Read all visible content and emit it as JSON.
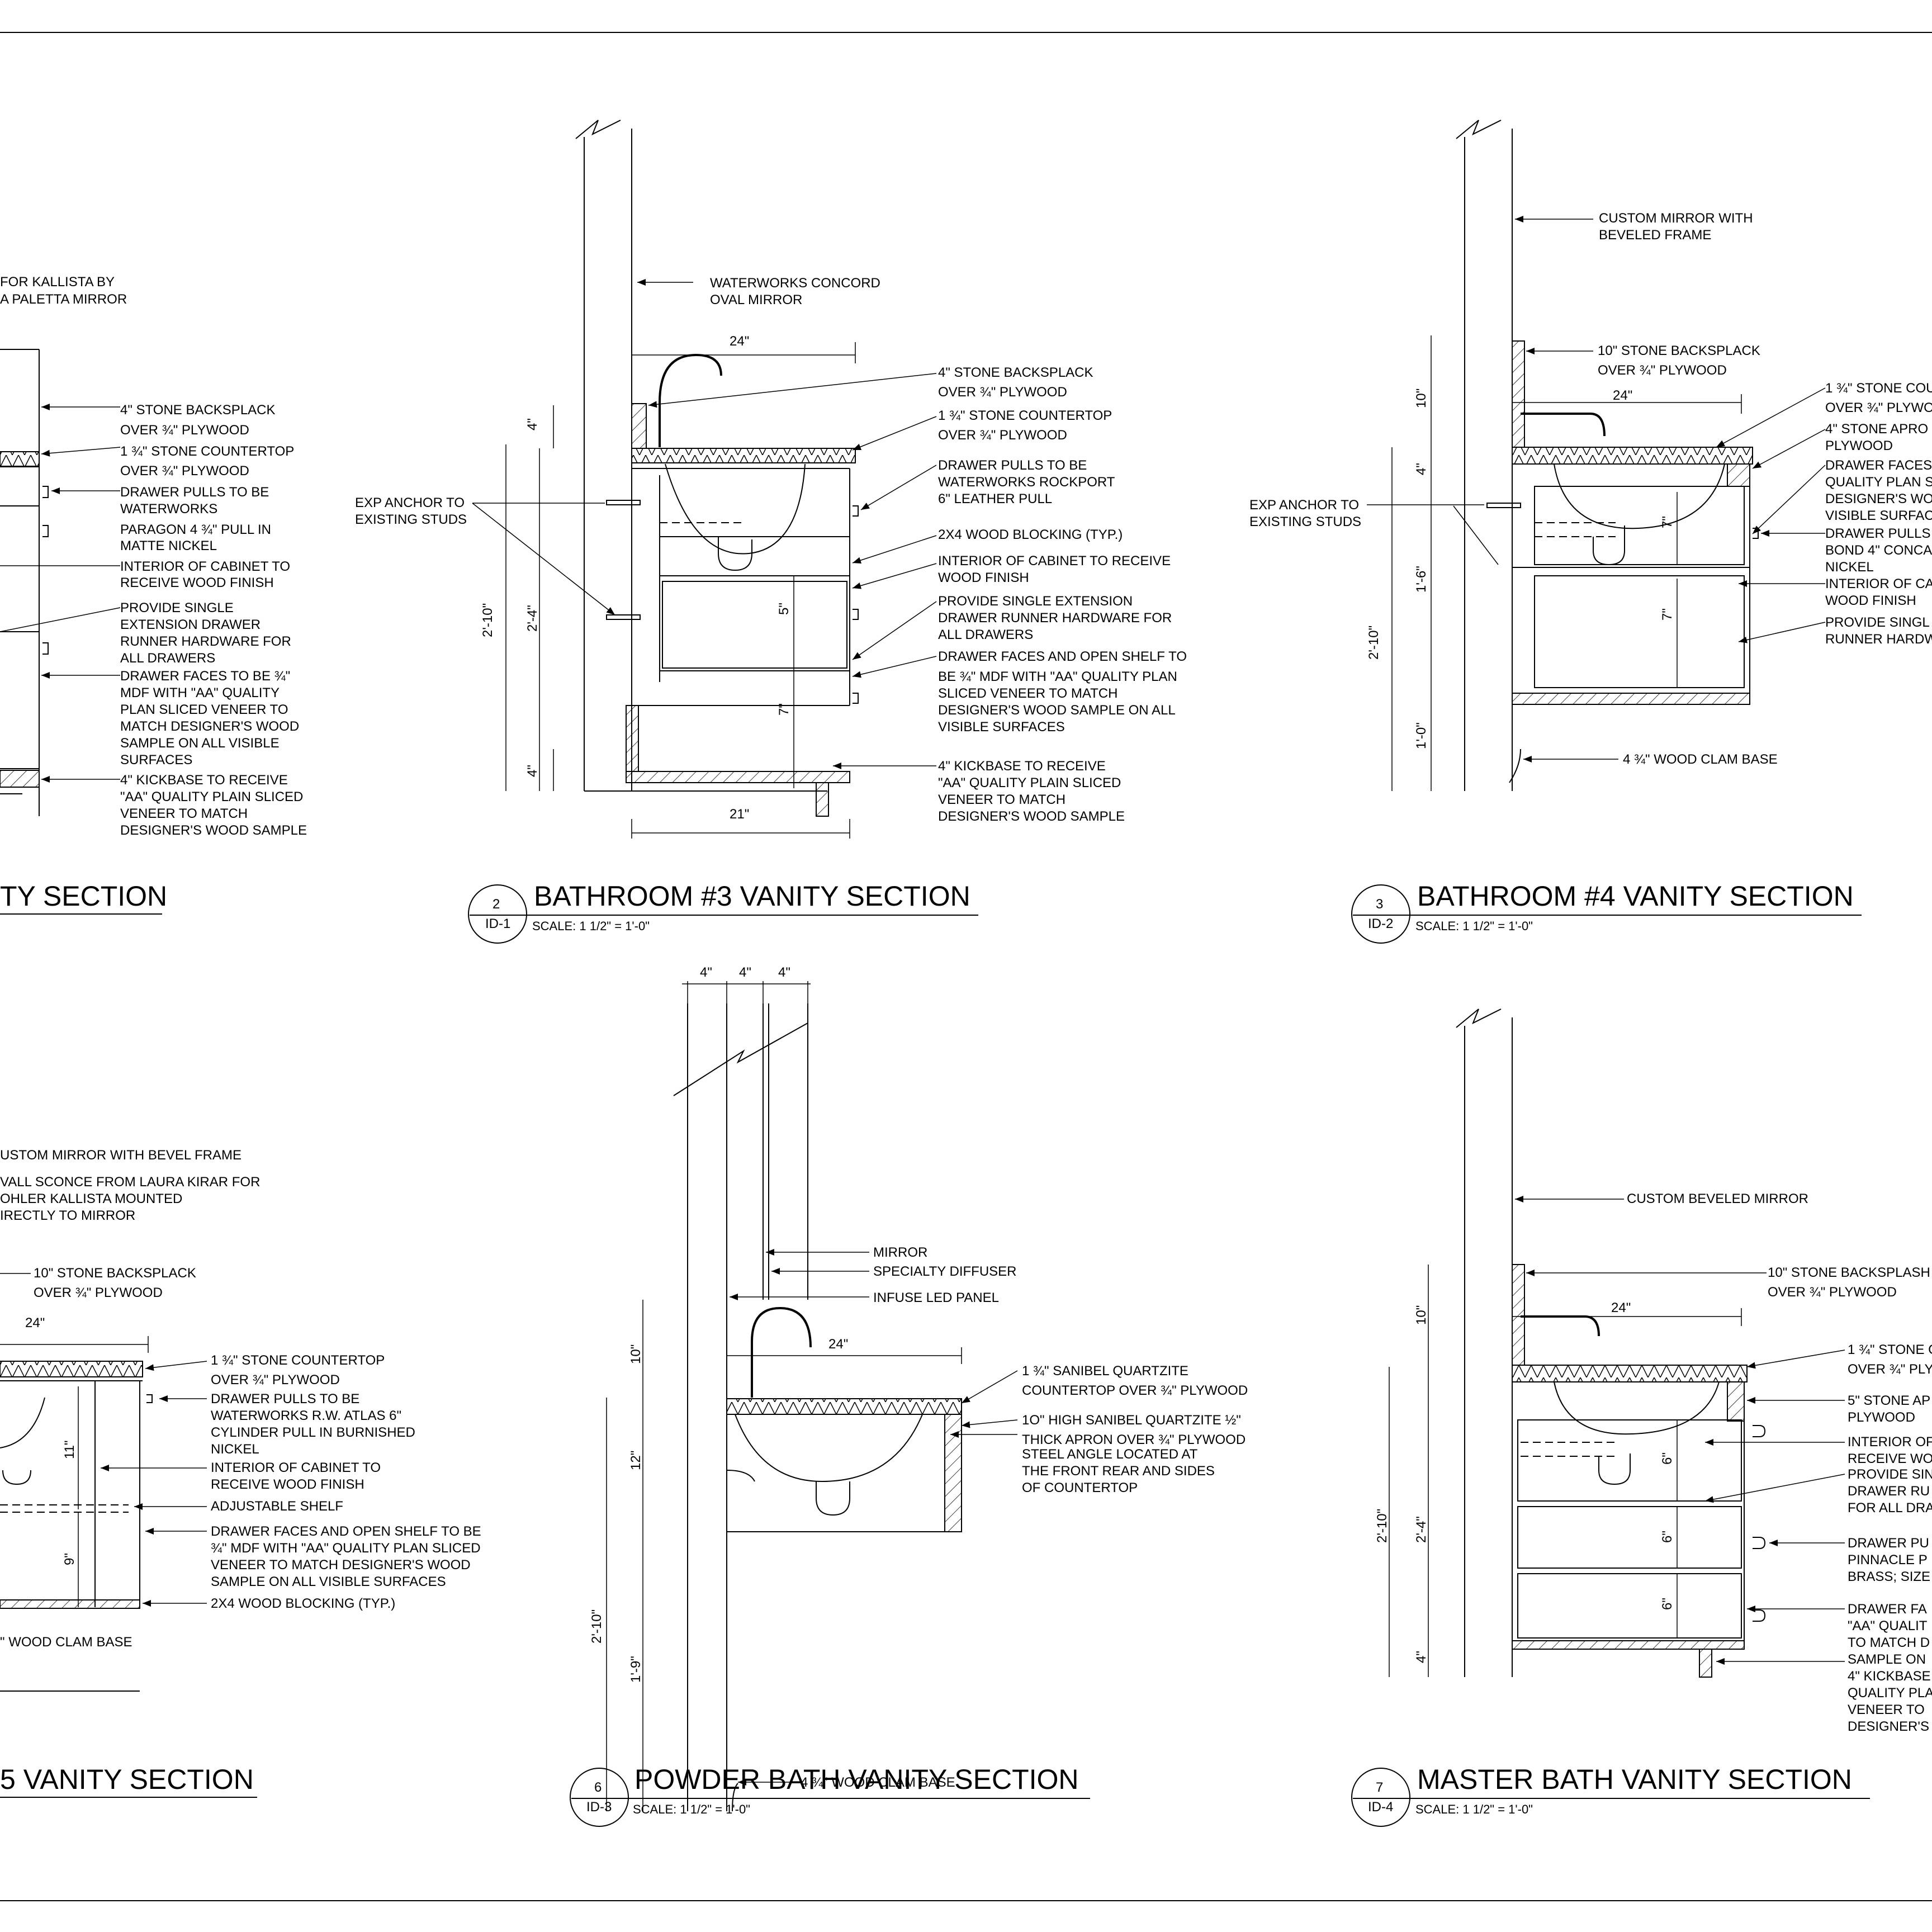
{
  "sheet": {
    "sections": [
      {
        "id": "s1",
        "title": "TY SECTION",
        "bubble_number": "",
        "bubble_ref": "",
        "scale": "",
        "notes": [
          "FOR KALLISTA BY",
          "A PALETTA MIRROR",
          "4\" STONE BACKSPLACK",
          "OVER ¾\" PLYWOOD",
          "1 ¾\" STONE COUNTERTOP",
          "OVER ¾\" PLYWOOD",
          "DRAWER PULLS TO BE",
          "WATERWORKS",
          "PARAGON 4 ¾\" PULL IN",
          "MATTE NICKEL",
          "INTERIOR OF CABINET TO",
          "RECEIVE WOOD FINISH",
          "PROVIDE SINGLE",
          "EXTENSION DRAWER",
          "RUNNER HARDWARE FOR",
          "ALL DRAWERS",
          "DRAWER FACES TO BE ¾\"",
          "MDF WITH \"AA\" QUALITY",
          "PLAN SLICED VENEER TO",
          "MATCH DESIGNER'S WOOD",
          "SAMPLE ON ALL VISIBLE",
          "SURFACES",
          "4\" KICKBASE TO RECEIVE",
          "\"AA\" QUALITY PLAIN SLICED",
          "VENEER TO MATCH",
          "DESIGNER'S WOOD SAMPLE"
        ],
        "dims": []
      },
      {
        "id": "s2",
        "title": "BATHROOM #3 VANITY SECTION",
        "bubble_number": "2",
        "bubble_ref": "ID-1",
        "scale": "SCALE: 1 1/2\" = 1'-0\"",
        "notes": [
          "WATERWORKS CONCORD",
          "OVAL MIRROR",
          "4\" STONE BACKSPLACK",
          "OVER ¾\" PLYWOOD",
          "1 ¾\" STONE COUNTERTOP",
          "OVER ¾\" PLYWOOD",
          "DRAWER PULLS TO BE",
          "WATERWORKS ROCKPORT",
          "6\" LEATHER PULL",
          "2X4 WOOD BLOCKING (TYP.)",
          "INTERIOR OF CABINET TO RECEIVE",
          "WOOD FINISH",
          "PROVIDE SINGLE EXTENSION",
          "DRAWER RUNNER HARDWARE FOR",
          "ALL DRAWERS",
          "DRAWER FACES AND OPEN SHELF TO",
          "BE ¾\" MDF WITH \"AA\" QUALITY PLAN",
          "SLICED VENEER TO MATCH",
          "DESIGNER'S WOOD SAMPLE ON ALL",
          "VISIBLE SURFACES",
          "4\" KICKBASE TO RECEIVE",
          "\"AA\" QUALITY PLAIN SLICED",
          "VENEER TO MATCH",
          "DESIGNER'S WOOD SAMPLE",
          "EXP ANCHOR TO",
          "EXISTING STUDS"
        ],
        "dims": [
          "24\"",
          "4\"",
          "2'-10\"",
          "2'-4\"",
          "4\"",
          "5\"",
          "7\"",
          "21\""
        ]
      },
      {
        "id": "s3",
        "title": "BATHROOM #4 VANITY SECTION",
        "bubble_number": "3",
        "bubble_ref": "ID-2",
        "scale": "SCALE: 1 1/2\" = 1'-0\"",
        "notes": [
          "CUSTOM MIRROR WITH",
          "BEVELED FRAME",
          "10\" STONE BACKSPLACK",
          "OVER ¾\" PLYWOOD",
          "1 ¾\" STONE COU",
          "OVER ¾\" PLYWO",
          "4\" STONE APRO",
          "PLYWOOD",
          "DRAWER FACES",
          "QUALITY PLAN S",
          "DESIGNER'S WO",
          "VISIBLE SURFAC",
          "DRAWER PULLS",
          "BOND 4\" CONCA",
          "NICKEL",
          "INTERIOR OF CA",
          "WOOD FINISH",
          "PROVIDE SINGL",
          "RUNNER HARDW",
          "EXP ANCHOR TO",
          "EXISTING STUDS",
          "4 ¾\" WOOD CLAM BASE"
        ],
        "dims": [
          "24\"",
          "10\"",
          "4\"",
          "1'-6\"",
          "2'-10\"",
          "1'-0\"",
          "7\"",
          "7\""
        ]
      },
      {
        "id": "s5",
        "title": "5 VANITY SECTION",
        "bubble_number": "",
        "bubble_ref": "",
        "scale": "",
        "notes": [
          "USTOM MIRROR WITH BEVEL FRAME",
          "VALL SCONCE FROM LAURA KIRAR FOR",
          "OHLER KALLISTA MOUNTED",
          "IRECTLY TO MIRROR",
          "10\" STONE BACKSPLACK",
          "OVER ¾\" PLYWOOD",
          "1 ¾\" STONE COUNTERTOP",
          "OVER ¾\" PLYWOOD",
          "DRAWER PULLS TO BE",
          "WATERWORKS R.W. ATLAS 6\"",
          "CYLINDER PULL IN BURNISHED",
          "NICKEL",
          "INTERIOR OF CABINET TO",
          "RECEIVE WOOD FINISH",
          "ADJUSTABLE SHELF",
          "DRAWER FACES AND OPEN SHELF TO BE",
          "¾\" MDF WITH \"AA\" QUALITY PLAN SLICED",
          "VENEER TO MATCH DESIGNER'S WOOD",
          "SAMPLE ON ALL VISIBLE SURFACES",
          "2X4 WOOD BLOCKING (TYP.)",
          "\" WOOD CLAM BASE"
        ],
        "dims": [
          "24\"",
          "11\"",
          "9\""
        ]
      },
      {
        "id": "s6",
        "title": "POWDER BATH VANITY SECTION",
        "bubble_number": "6",
        "bubble_ref": "ID-3",
        "scale": "SCALE: 1 1/2\" = 1'-0\"",
        "notes": [
          "MIRROR",
          "SPECIALTY DIFFUSER",
          "INFUSE LED PANEL",
          "1 ¾\"  SANIBEL QUARTZITE",
          "COUNTERTOP OVER ¾\" PLYWOOD",
          "1O\" HIGH SANIBEL QUARTZITE ½\"",
          "THICK APRON OVER ¾\" PLYWOOD",
          "STEEL ANGLE LOCATED AT",
          "THE FRONT REAR AND SIDES",
          "OF COUNTERTOP",
          "4 ¾\" WOOD CLAM BASE"
        ],
        "dims": [
          "4\"",
          "4\"",
          "4\"",
          "24\"",
          "10\"",
          "12\"",
          "2'-10\"",
          "1'-9\""
        ]
      },
      {
        "id": "s7",
        "title": "MASTER BATH VANITY SECTION",
        "bubble_number": "7",
        "bubble_ref": "ID-4",
        "scale": "SCALE: 1 1/2\" = 1'-0\"",
        "notes": [
          "CUSTOM BEVELED MIRROR",
          "10\" STONE BACKSPLASH",
          "OVER ¾\" PLYWOOD",
          "1 ¾\" STONE C",
          "OVER ¾\" PLY",
          "5\" STONE AP",
          "PLYWOOD",
          "INTERIOR OF",
          "RECEIVE WO",
          "PROVIDE SIN",
          "DRAWER RU",
          "FOR ALL DRA",
          "DRAWER PU",
          "PINNACLE P",
          "BRASS; SIZE",
          "DRAWER FA",
          "\"AA\" QUALIT",
          "TO MATCH D",
          "SAMPLE ON",
          "4\" KICKBASE",
          "QUALITY PLA",
          "VENEER TO",
          "DESIGNER'S"
        ],
        "dims": [
          "24\"",
          "10\"",
          "2'-10\"",
          "2'-4\"",
          "6\"",
          "6\"",
          "6\"",
          "4\""
        ]
      }
    ]
  }
}
